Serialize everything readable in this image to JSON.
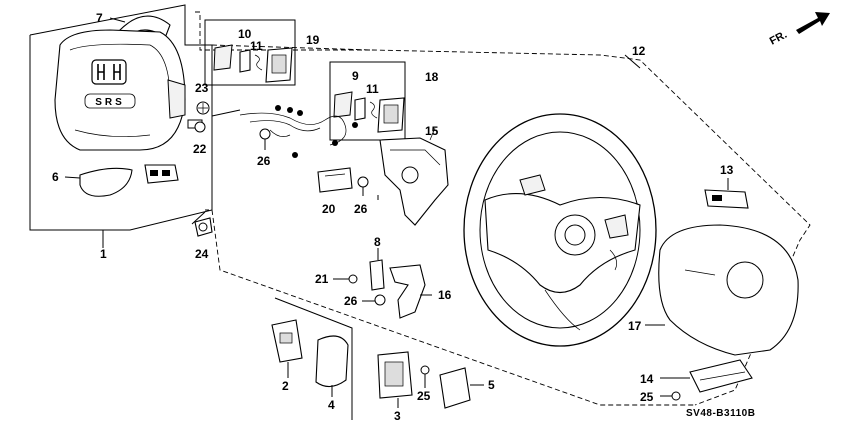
{
  "callouts": {
    "c1": "1",
    "c2": "2",
    "c3": "3",
    "c4": "4",
    "c5": "5",
    "c6": "6",
    "c7": "7",
    "c8": "8",
    "c9": "9",
    "c10": "10",
    "c11a": "11",
    "c11b": "11",
    "c12": "12",
    "c13": "13",
    "c14": "14",
    "c15": "15",
    "c16": "16",
    "c17": "17",
    "c18": "18",
    "c19": "19",
    "c20": "20",
    "c21": "21",
    "c22": "22",
    "c23": "23",
    "c24": "24",
    "c25a": "25",
    "c25b": "25",
    "c26a": "26",
    "c26b": "26",
    "c26c": "26"
  },
  "airbag_label": "SRS",
  "direction_label": "FR.",
  "diagram_code": "SV48-B3110B"
}
